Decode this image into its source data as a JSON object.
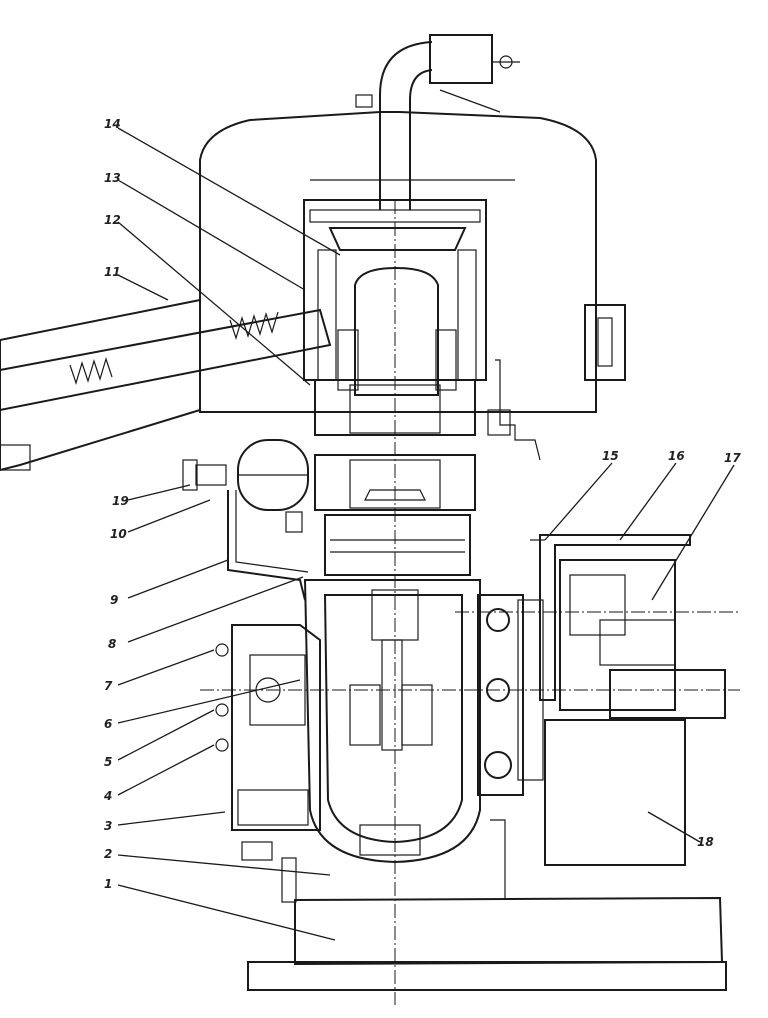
{
  "callouts": [
    {
      "id": "c14",
      "text": "14"
    },
    {
      "id": "c13",
      "text": "13"
    },
    {
      "id": "c12",
      "text": "12"
    },
    {
      "id": "c11",
      "text": "11"
    },
    {
      "id": "c19",
      "text": "19"
    },
    {
      "id": "c10",
      "text": "10"
    },
    {
      "id": "c9",
      "text": "9"
    },
    {
      "id": "c8",
      "text": "8"
    },
    {
      "id": "c7",
      "text": "7"
    },
    {
      "id": "c6",
      "text": "6"
    },
    {
      "id": "c5",
      "text": "5"
    },
    {
      "id": "c4",
      "text": "4"
    },
    {
      "id": "c3",
      "text": "3"
    },
    {
      "id": "c2",
      "text": "2"
    },
    {
      "id": "c1",
      "text": "1"
    },
    {
      "id": "c15",
      "text": "15"
    },
    {
      "id": "c16",
      "text": "16"
    },
    {
      "id": "c17",
      "text": "17"
    },
    {
      "id": "c18",
      "text": "18"
    }
  ]
}
